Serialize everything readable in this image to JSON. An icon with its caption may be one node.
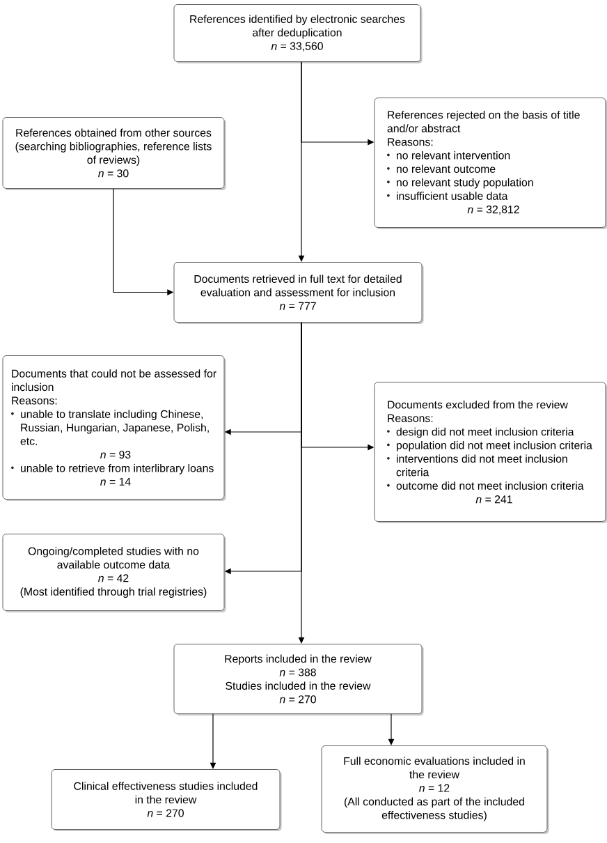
{
  "diagram": {
    "nodes": [
      {
        "text": [
          "References identified by electronic searches after deduplication",
          "*n* = 33,560"
        ]
      },
      {
        "text": [
          "References obtained from other sources (searching bibliographies, reference lists of reviews)",
          "*n* = 30"
        ]
      },
      {
        "text": [
          "References rejected on the basis of title and/or abstract",
          "Reasons:",
          "no relevant intervention",
          "no relevant outcome",
          "no relevant study population",
          "insufficient usable data",
          "*n* = 32,812"
        ]
      },
      {
        "text": [
          "Documents retrieved in full text for detailed evaluation and assessment for inclusion",
          "*n* = 777"
        ]
      },
      {
        "text": [
          "Documents that could not be assessed for inclusion",
          "Reasons:",
          "unable to translate including Chinese, Russian, Hungarian, Japanese, Polish, etc.",
          "*n* = 93",
          "unable to retrieve from interlibrary loans",
          "*n* = 14"
        ]
      },
      {
        "text": [
          "Documents excluded from the review",
          "Reasons:",
          "design did not meet inclusion criteria",
          "population did not meet inclusion criteria",
          "interventions did not meet inclusion criteria",
          "outcome did not meet inclusion criteria",
          "*n* = 241"
        ]
      },
      {
        "text": [
          "Ongoing/completed studies with no available outcome data",
          "*n* = 42",
          "(Most identified through trial registries)"
        ]
      },
      {
        "text": [
          "Reports included in the review",
          "*n* = 388",
          "Studies included in the review",
          "*n* = 270"
        ]
      },
      {
        "text": [
          "Clinical effectiveness studies included in the review",
          "*n* = 270"
        ]
      },
      {
        "text": [
          "Full economic evaluations included in the review",
          "*n* = 12",
          "(All conducted as part of the included effectiveness studies)"
        ]
      }
    ],
    "edges": [
      {
        "from": 0,
        "to": 3,
        "arrow": "to"
      },
      {
        "from": 0,
        "to": 2,
        "arrow": "to"
      },
      {
        "from": 1,
        "to": 3,
        "arrow": "to"
      },
      {
        "from": 3,
        "to": 7,
        "arrow": "to"
      },
      {
        "from": 3,
        "to": 4,
        "arrow": "to"
      },
      {
        "from": 3,
        "to": 5,
        "arrow": "to"
      },
      {
        "from": 3,
        "to": 6,
        "arrow": "to"
      },
      {
        "from": 7,
        "to": 8,
        "arrow": "to"
      },
      {
        "from": 7,
        "to": 9,
        "arrow": "to"
      }
    ]
  }
}
